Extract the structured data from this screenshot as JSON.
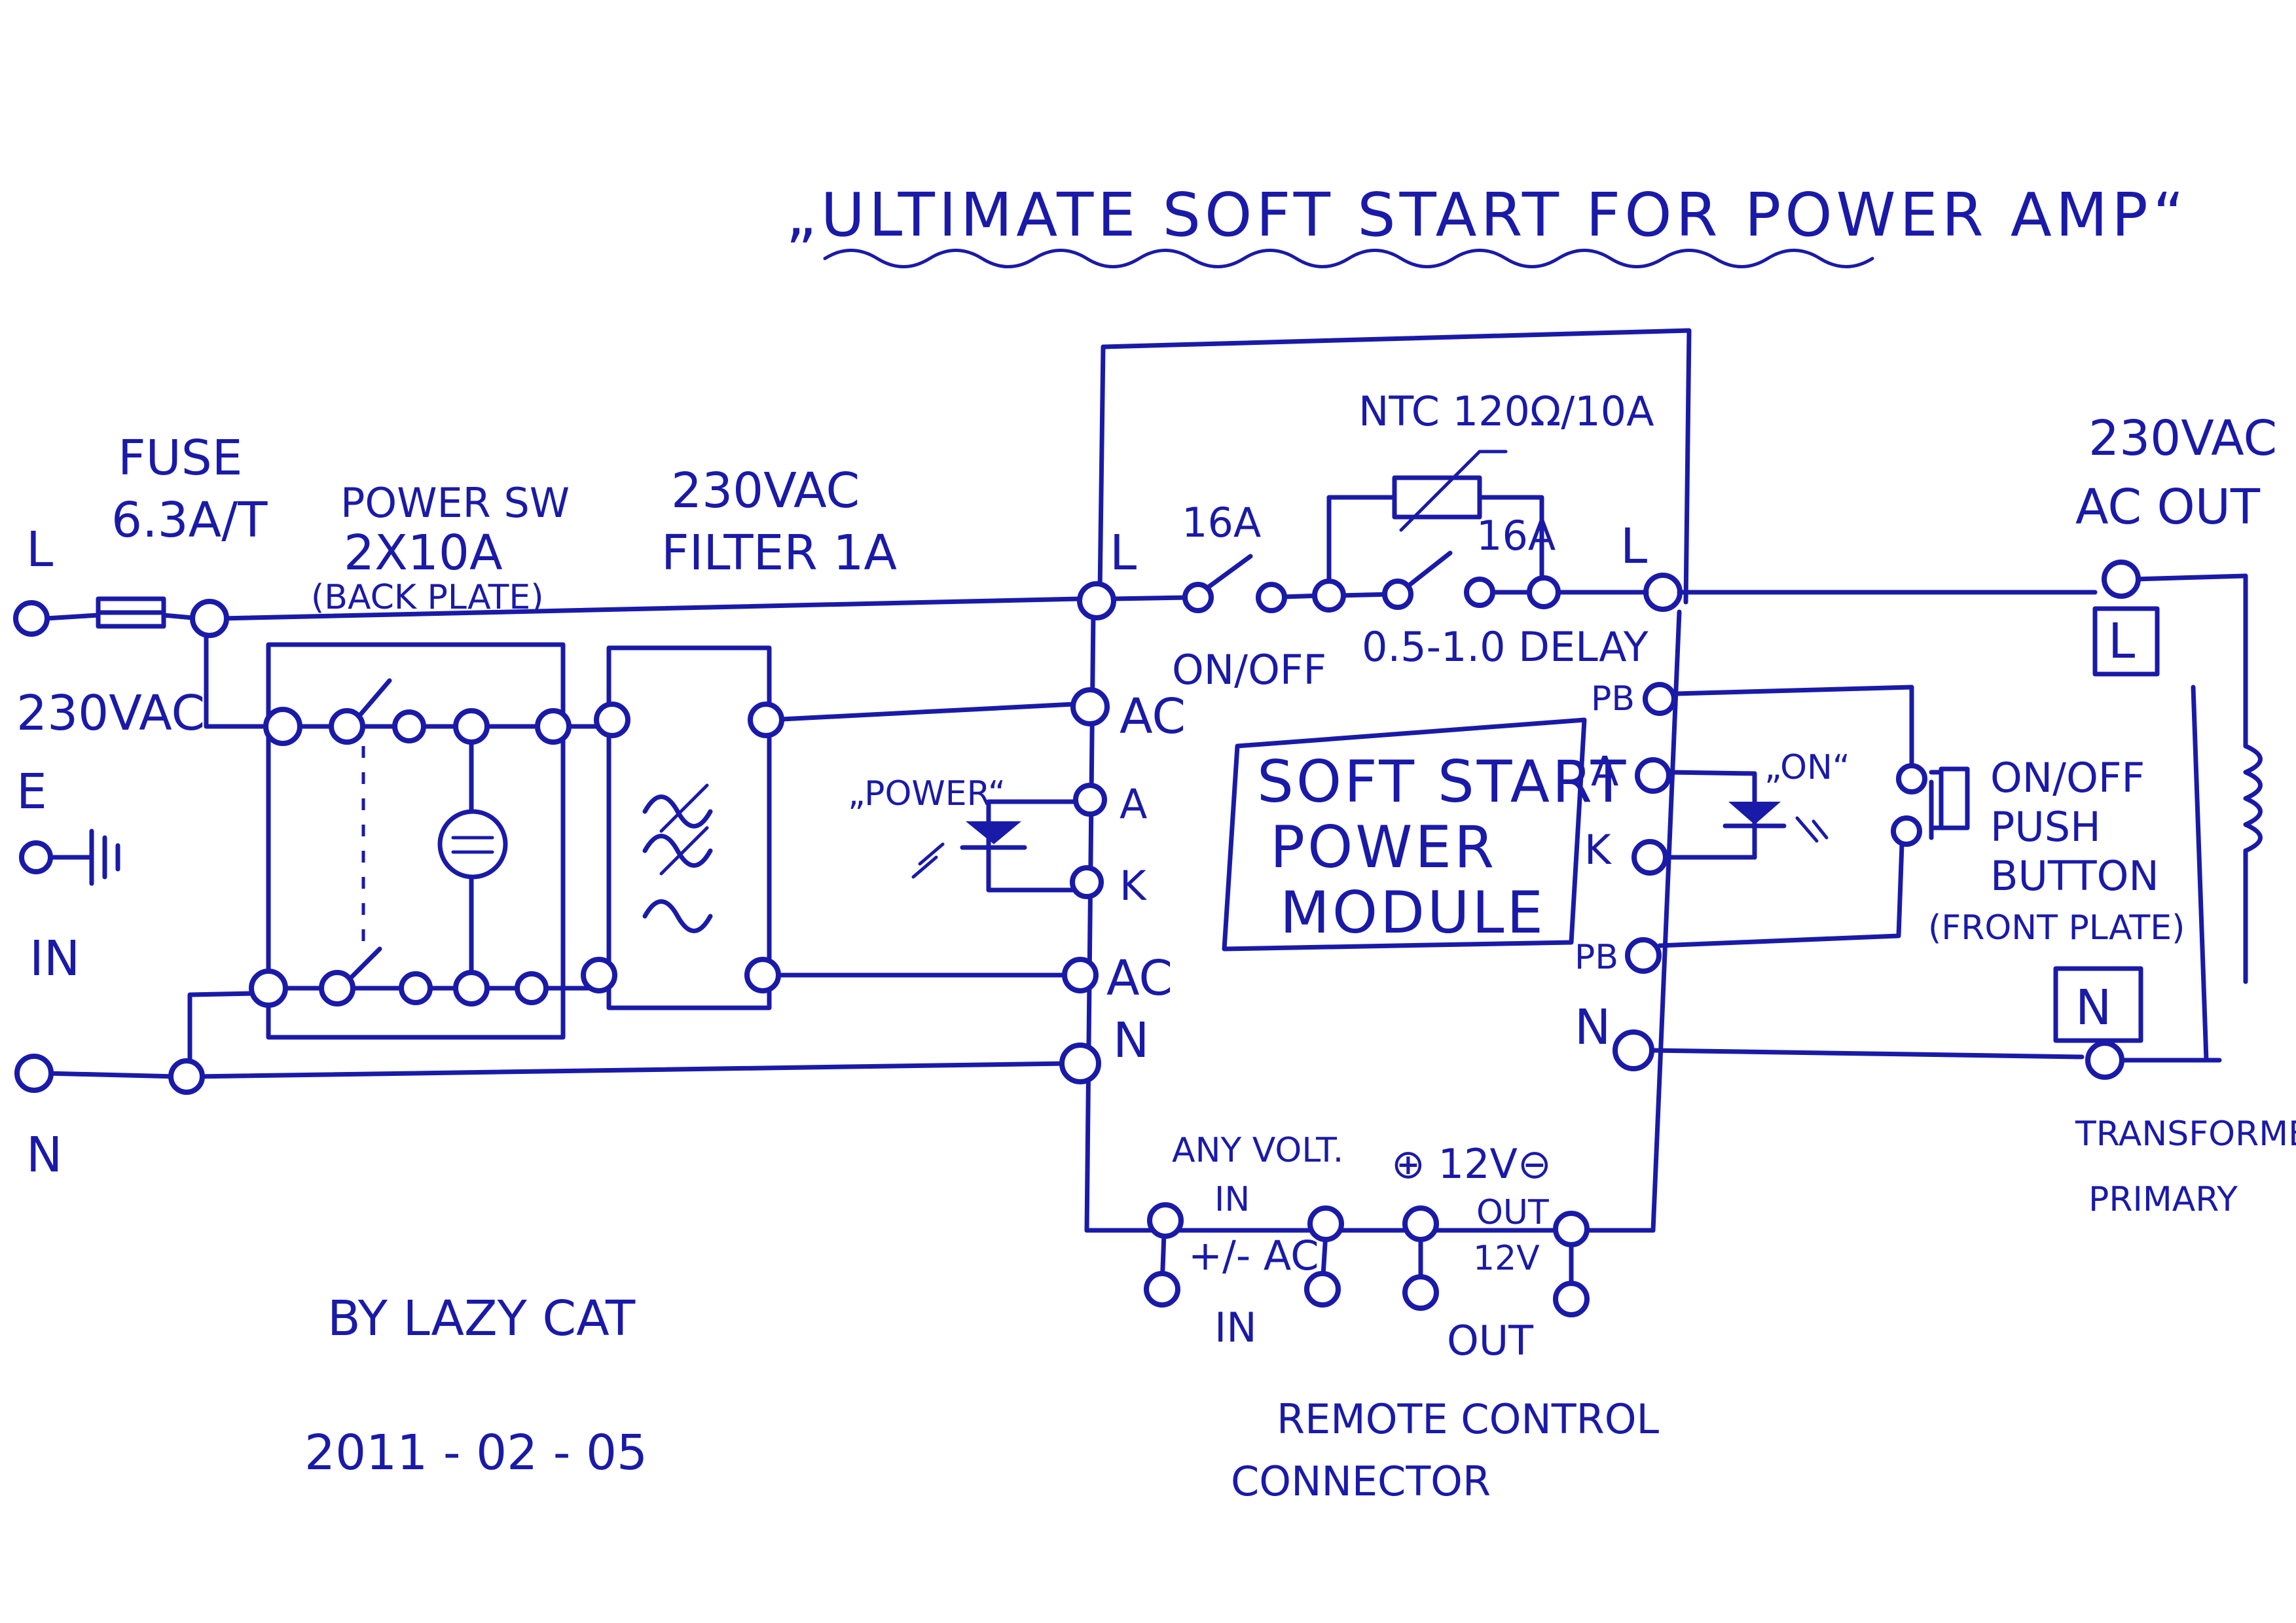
{
  "title": "„ULTIMATE SOFT START FOR POWER AMP“",
  "author": "BY LAZY CAT",
  "date": "2011 - 02 - 05",
  "input": {
    "L": "L",
    "voltage": "230VAC",
    "E": "E",
    "IN": "IN",
    "N": "N"
  },
  "fuse": {
    "line1": "FUSE",
    "line2": "6.3A/T"
  },
  "power_switch": {
    "line1": "POWER SW",
    "line2": "2X10A",
    "line3": "(BACK PLATE)"
  },
  "filter": {
    "line1": "230VAC",
    "line2": "FILTER 1A"
  },
  "led_power": "„POWER“",
  "module": {
    "line1": "SOFT START",
    "line2": "POWER",
    "line3": "MODULE",
    "pins_left": {
      "L": "L",
      "AC1": "AC",
      "A": "A",
      "K": "K",
      "AC2": "AC",
      "N": "N"
    },
    "pins_right": {
      "L": "L",
      "PB1": "PB",
      "A": "A",
      "K": "K",
      "PB2": "PB",
      "N": "N"
    },
    "relay1_rating": "16A",
    "relay1_label": "ON/OFF",
    "relay2_rating": "16A",
    "relay2_label": "0.5-1.0 DELAY",
    "ntc": "NTC 120Ω/10A"
  },
  "led_on": "„ON“",
  "push_button": {
    "line1": "ON/OFF",
    "line2": "PUSH",
    "line3": "BUTTON",
    "line4": "(FRONT PLATE)"
  },
  "output": {
    "line1": "230VAC",
    "line2": "AC OUT",
    "L": "L",
    "N": "N",
    "transformer1": "TRANSFORMER",
    "transformer2": "PRIMARY"
  },
  "remote": {
    "any_volt": "ANY VOLT.",
    "in1": "IN",
    "plus_12v": "⊕ 12V⊖",
    "out1": "OUT",
    "pm_ac": "+/- AC",
    "in2": "IN",
    "v12": "12V",
    "out2": "OUT",
    "line1": "REMOTE CONTROL",
    "line2": "CONNECTOR"
  }
}
